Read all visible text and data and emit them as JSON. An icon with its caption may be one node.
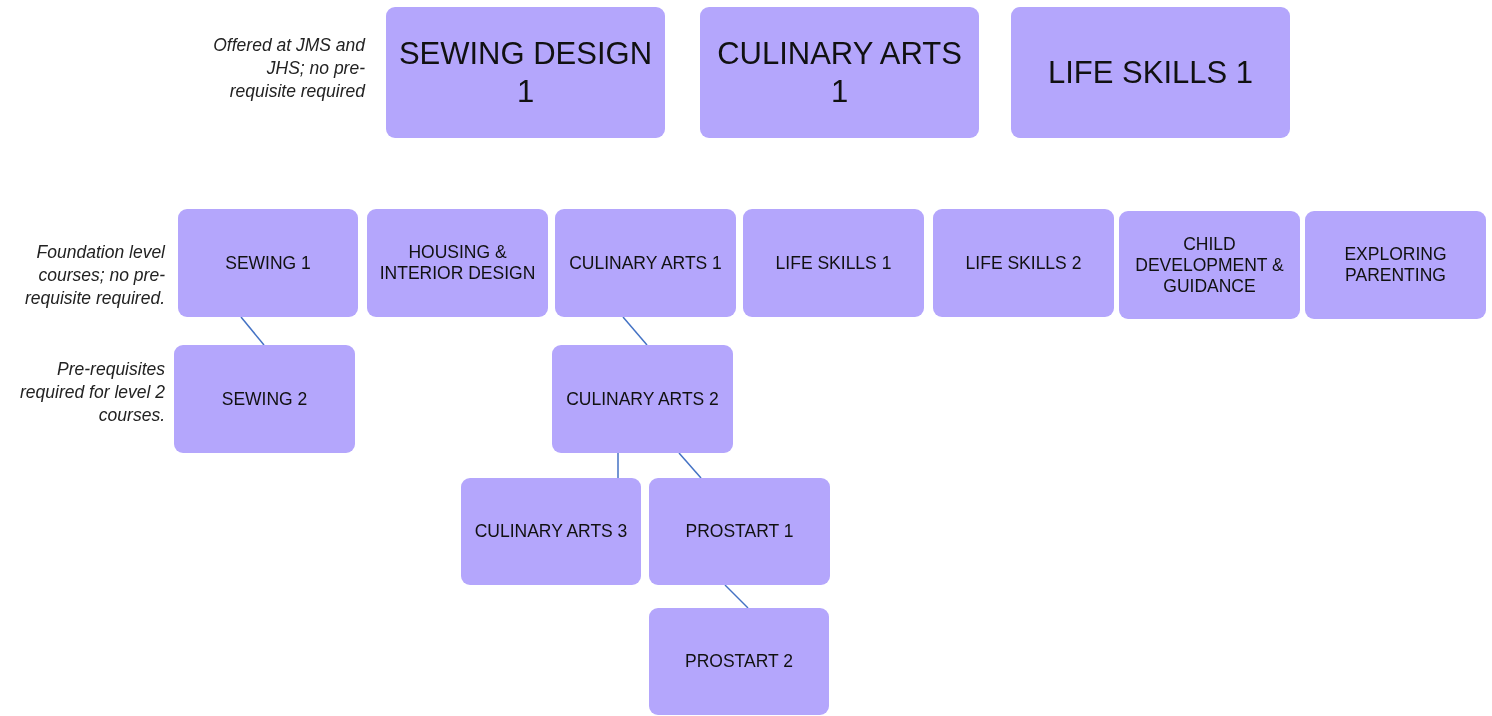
{
  "diagram": {
    "nodes": [
      {
        "text": [
          "SEWING DESIGN 1"
        ]
      },
      {
        "text": [
          "CULINARY ARTS 1"
        ]
      },
      {
        "text": [
          "LIFE SKILLS 1"
        ]
      },
      {
        "text": [
          "SEWING 1"
        ]
      },
      {
        "text": [
          "HOUSING & INTERIOR DESIGN"
        ]
      },
      {
        "text": [
          "CULINARY ARTS 1"
        ]
      },
      {
        "text": [
          "LIFE SKILLS 1"
        ]
      },
      {
        "text": [
          "LIFE SKILLS 2"
        ]
      },
      {
        "text": [
          "CHILD DEVELOPMENT & GUIDANCE"
        ]
      },
      {
        "text": [
          "EXPLORING PARENTING"
        ]
      },
      {
        "text": [
          "SEWING 2"
        ]
      },
      {
        "text": [
          "CULINARY ARTS 2"
        ]
      },
      {
        "text": [
          "CULINARY ARTS 3"
        ]
      },
      {
        "text": [
          "PROSTART 1"
        ]
      },
      {
        "text": [
          "PROSTART 2"
        ]
      }
    ],
    "edges": [
      {
        "from": 3,
        "to": 10,
        "arrow": "none"
      },
      {
        "from": 5,
        "to": 11,
        "arrow": "none"
      },
      {
        "from": 11,
        "to": 12,
        "arrow": "none"
      },
      {
        "from": 11,
        "to": 13,
        "arrow": "none"
      },
      {
        "from": 13,
        "to": 14,
        "arrow": "none"
      }
    ],
    "labels": [
      "Offered at JMS and JHS; no pre-requisite required",
      "Foundation level courses; no pre-requisite required.",
      "Pre-requisites required for level 2 courses."
    ]
  }
}
